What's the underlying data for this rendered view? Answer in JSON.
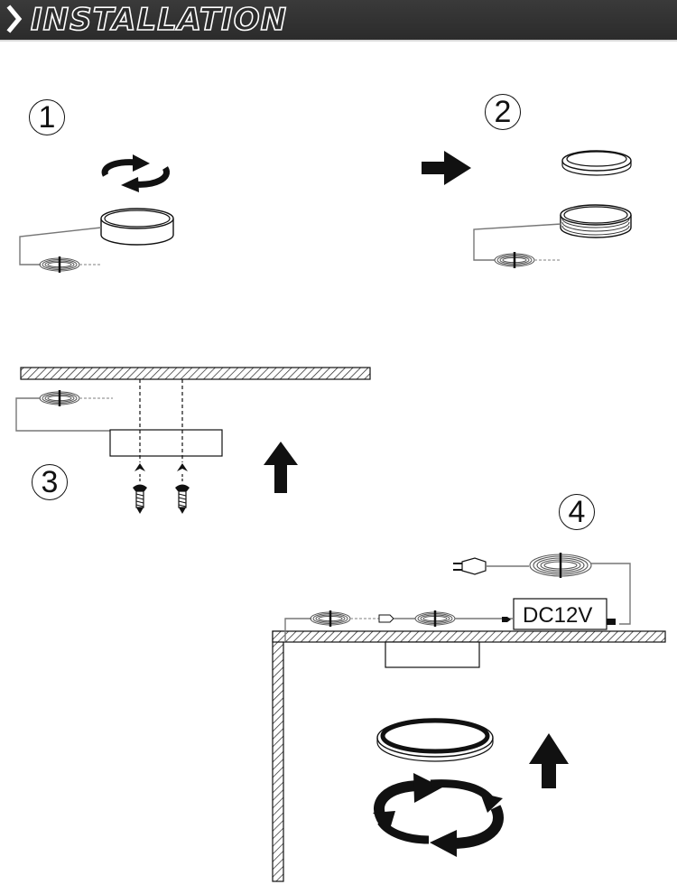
{
  "header": {
    "title": "INSTALLATION",
    "chevron_icon": "chevron-right-icon",
    "bg": "#2d2d2d"
  },
  "steps": [
    {
      "number": "1"
    },
    {
      "number": "2"
    },
    {
      "number": "3"
    },
    {
      "number": "4"
    }
  ],
  "driver": {
    "label": "DC12V"
  }
}
